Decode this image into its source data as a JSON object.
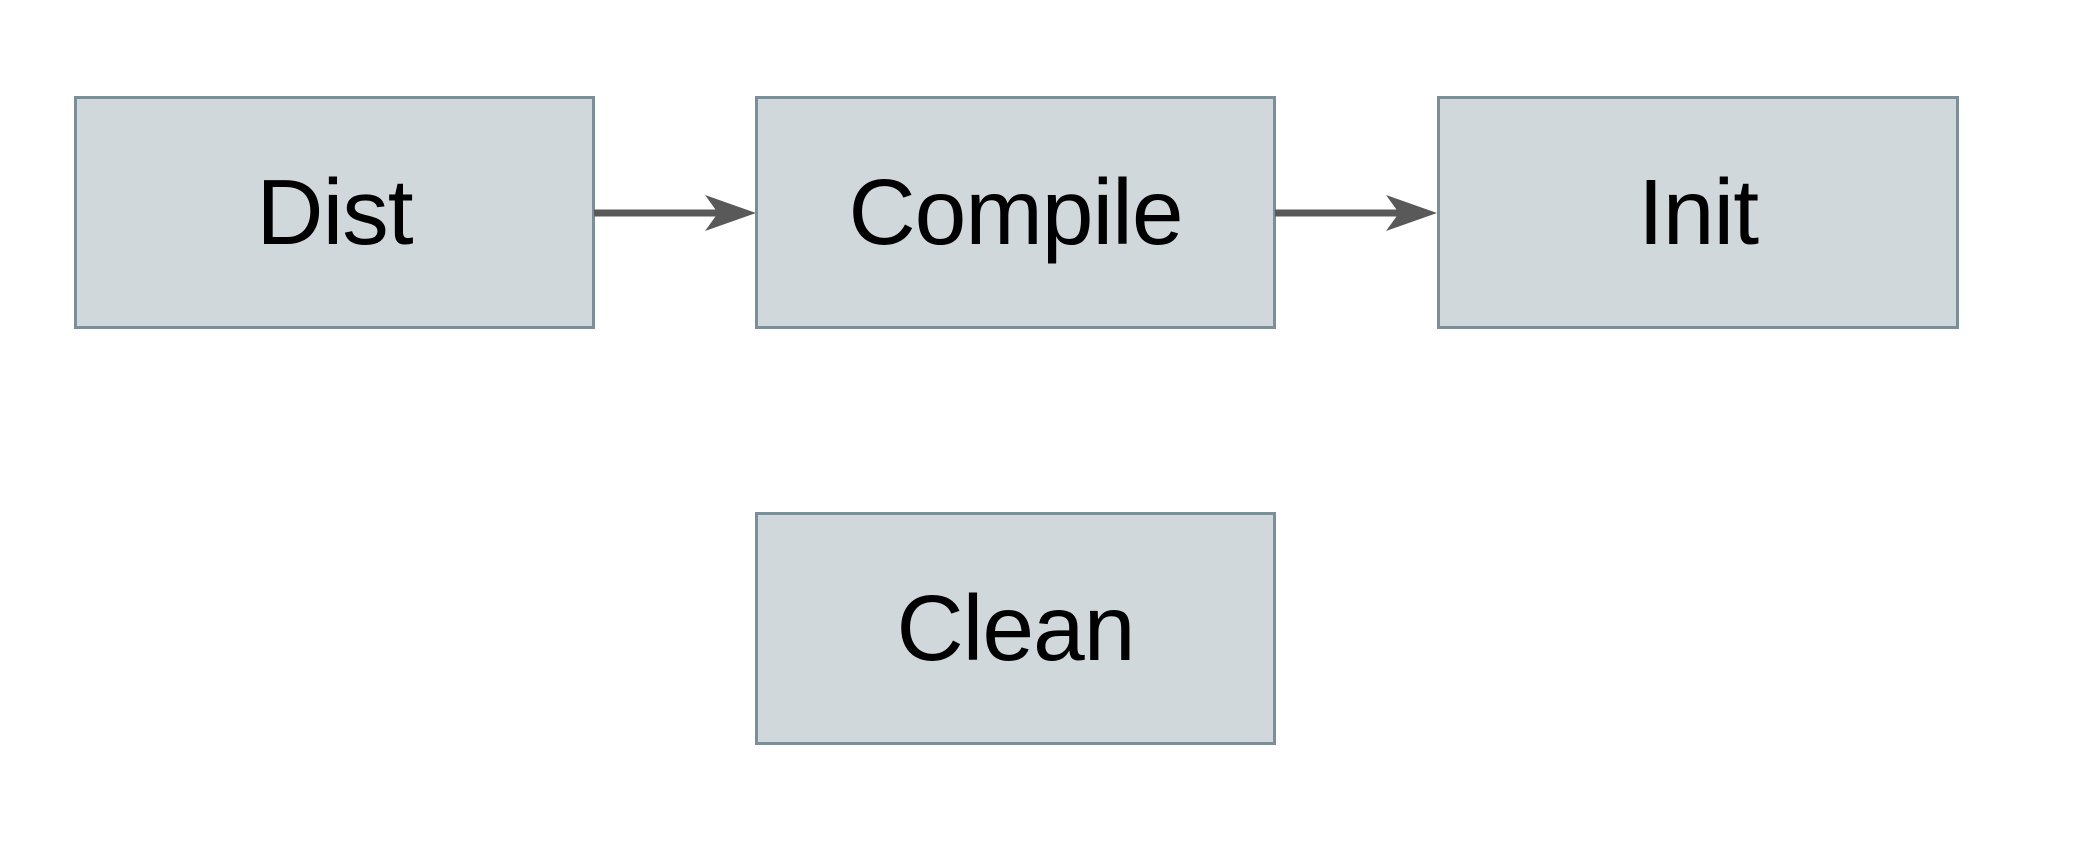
{
  "diagram": {
    "type": "flowchart",
    "background_color": "#ffffff",
    "nodes": [
      {
        "id": "dist",
        "label": "Dist"
      },
      {
        "id": "compile",
        "label": "Compile"
      },
      {
        "id": "init",
        "label": "Init"
      },
      {
        "id": "clean",
        "label": "Clean"
      }
    ],
    "edges": [
      {
        "from": "Dist",
        "to": "Compile",
        "direction": "right"
      },
      {
        "from": "Compile",
        "to": "Init",
        "direction": "right"
      }
    ],
    "colors": {
      "node_fill": "#d1d8db",
      "node_border": "#7b8f9b",
      "arrow": "#595959",
      "text": "#000000"
    }
  }
}
